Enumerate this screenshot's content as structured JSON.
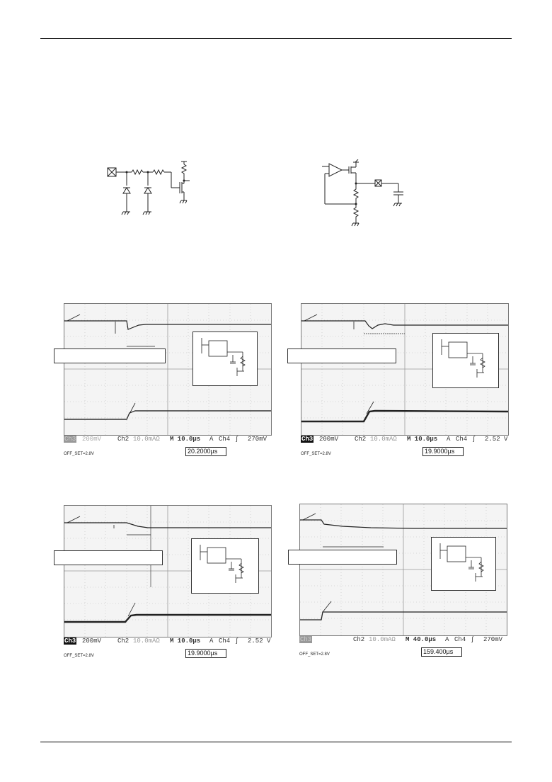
{
  "page": {
    "header_rule": true,
    "footer_rule": true
  },
  "scopes": [
    {
      "id": "scope-1",
      "ch3": "200mV",
      "ch3_style": "faint",
      "ch2": "Ch2",
      "ch2_scale": "10.0mAΩ",
      "timebase": "M 10.0µs",
      "trigger_mode": "A",
      "trigger_channel": "Ch4",
      "trigger_level": "270mV",
      "cursor_time": "20.2000µs",
      "offset": "OFF_SET=2.8V"
    },
    {
      "id": "scope-2",
      "ch3": "200mV",
      "ch3_style": "solid",
      "ch2": "Ch2",
      "ch2_scale": "10.0mAΩ",
      "timebase": "M 10.0µs",
      "trigger_mode": "A",
      "trigger_channel": "Ch4",
      "trigger_level": "2.52 V",
      "cursor_time": "19.9000µs",
      "offset": "OFF_SET=2.8V"
    },
    {
      "id": "scope-3",
      "ch3": "200mV",
      "ch3_style": "solid",
      "ch2": "Ch2",
      "ch2_scale": "10.0mAΩ",
      "timebase": "M 10.0µs",
      "trigger_mode": "A",
      "trigger_channel": "Ch4",
      "trigger_level": "2.52 V",
      "cursor_time": "19.9000µs",
      "offset": "OFF_SET=2.8V"
    },
    {
      "id": "scope-4",
      "ch3": "",
      "ch3_style": "faint",
      "ch2": "Ch2",
      "ch2_scale": "10.0mAΩ",
      "timebase": "M 40.0µs",
      "trigger_mode": "A",
      "trigger_channel": "Ch4",
      "trigger_level": "270mV",
      "cursor_time": "159.400µs",
      "offset": "OFF_SET=2.8V"
    }
  ]
}
